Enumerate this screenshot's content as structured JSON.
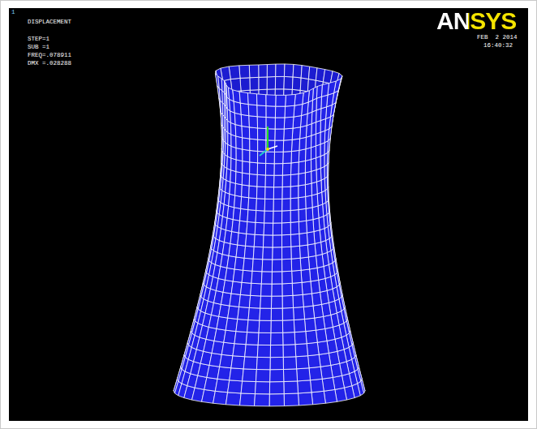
{
  "diagram": {
    "labels": [
      "1",
      "DISPLACEMENT",
      "STEP=1",
      "SUB =1",
      "FREQ=.078911",
      "DMX =.028288",
      "ANSYS",
      "FEB  2 2014",
      "16:40:32"
    ]
  }
}
